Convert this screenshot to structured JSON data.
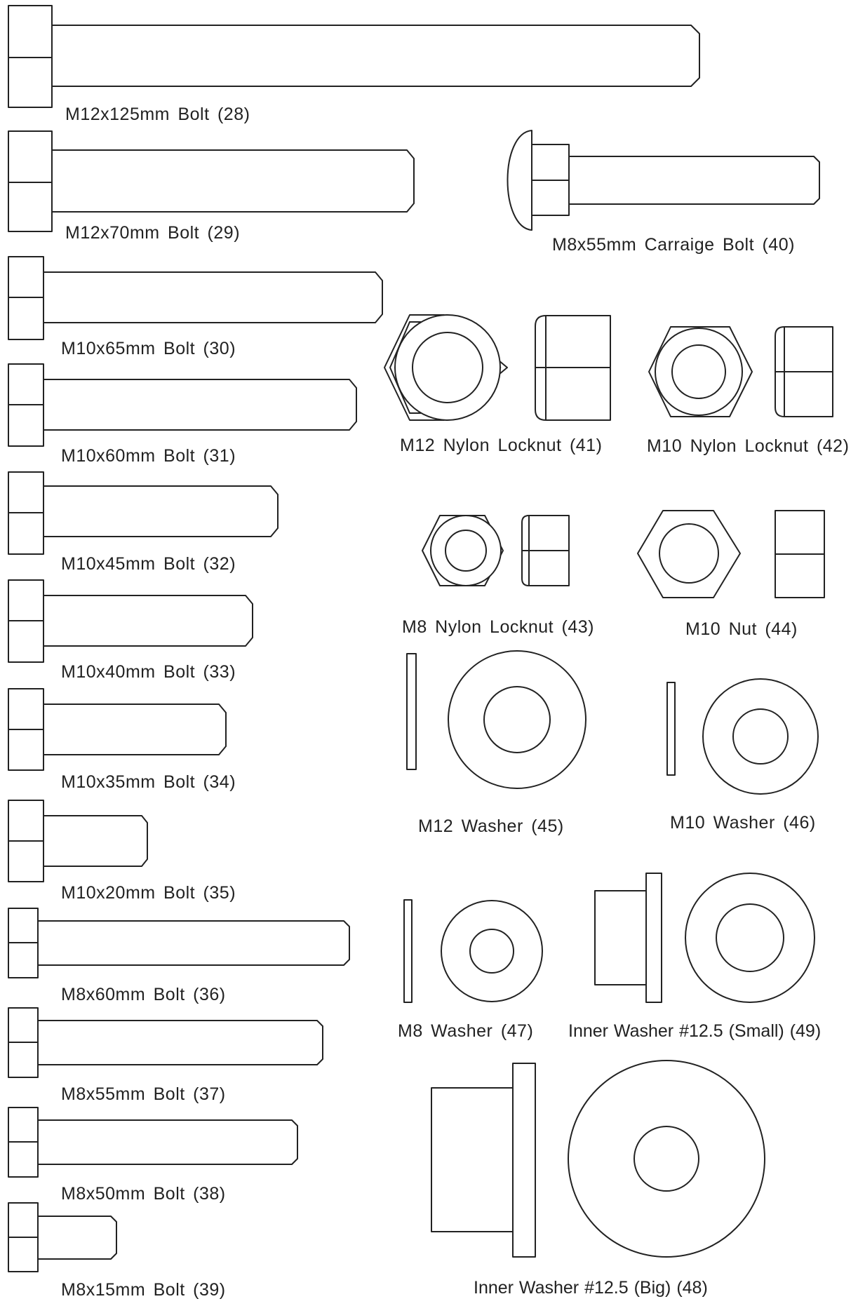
{
  "colors": {
    "stroke": "#222222",
    "background": "#ffffff"
  },
  "labels": {
    "b28": "M12x125mm Bolt (28)",
    "b29": "M12x70mm Bolt (29)",
    "b30": "M10x65mm Bolt (30)",
    "b31": "M10x60mm Bolt (31)",
    "b32": "M10x45mm Bolt (32)",
    "b33": "M10x40mm Bolt (33)",
    "b34": "M10x35mm Bolt (34)",
    "b35": "M10x20mm Bolt (35)",
    "b36": "M8x60mm Bolt (36)",
    "b37": "M8x55mm Bolt (37)",
    "b38": "M8x50mm Bolt (38)",
    "b39": "M8x15mm Bolt (39)",
    "b40": "M8x55mm Carraige Bolt (40)",
    "n41": "M12 Nylon Locknut (41)",
    "n42": "M10 Nylon Locknut (42)",
    "n43": "M8 Nylon Locknut (43)",
    "n44": "M10 Nut (44)",
    "w45": "M12 Washer (45)",
    "w46": "M10 Washer (46)",
    "w47": "M8 Washer (47)",
    "w49": "Inner Washer #12.5 (Small) (49)",
    "w48": "Inner Washer #12.5 (Big) (48)"
  }
}
